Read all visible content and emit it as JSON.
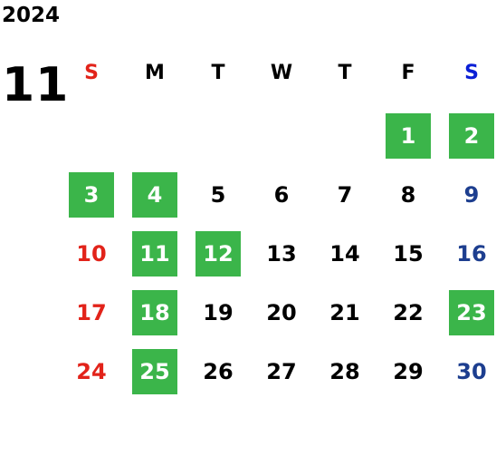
{
  "calendar": {
    "year": "2024",
    "month": "11",
    "weekdays": [
      {
        "label": "S",
        "color": "#e2231a"
      },
      {
        "label": "M",
        "color": "#000000"
      },
      {
        "label": "T",
        "color": "#000000"
      },
      {
        "label": "W",
        "color": "#000000"
      },
      {
        "label": "T",
        "color": "#000000"
      },
      {
        "label": "F",
        "color": "#000000"
      },
      {
        "label": "S",
        "color": "#0a1fd6"
      }
    ],
    "weeks": [
      [
        null,
        null,
        null,
        null,
        null,
        {
          "day": "1",
          "highlight": true
        },
        {
          "day": "2",
          "highlight": true
        }
      ],
      [
        {
          "day": "3",
          "highlight": true
        },
        {
          "day": "4",
          "highlight": true
        },
        {
          "day": "5"
        },
        {
          "day": "6"
        },
        {
          "day": "7"
        },
        {
          "day": "8"
        },
        {
          "day": "9"
        }
      ],
      [
        {
          "day": "10"
        },
        {
          "day": "11",
          "highlight": true
        },
        {
          "day": "12",
          "highlight": true
        },
        {
          "day": "13"
        },
        {
          "day": "14"
        },
        {
          "day": "15"
        },
        {
          "day": "16"
        }
      ],
      [
        {
          "day": "17"
        },
        {
          "day": "18",
          "highlight": true
        },
        {
          "day": "19"
        },
        {
          "day": "20"
        },
        {
          "day": "21"
        },
        {
          "day": "22"
        },
        {
          "day": "23",
          "highlight": true
        }
      ],
      [
        {
          "day": "24"
        },
        {
          "day": "25",
          "highlight": true
        },
        {
          "day": "26"
        },
        {
          "day": "27"
        },
        {
          "day": "28"
        },
        {
          "day": "29"
        },
        {
          "day": "30"
        }
      ]
    ],
    "colors": {
      "highlight": "#3bb54a",
      "sunday": "#e2231a",
      "saturday": "#1d3e8f"
    }
  }
}
